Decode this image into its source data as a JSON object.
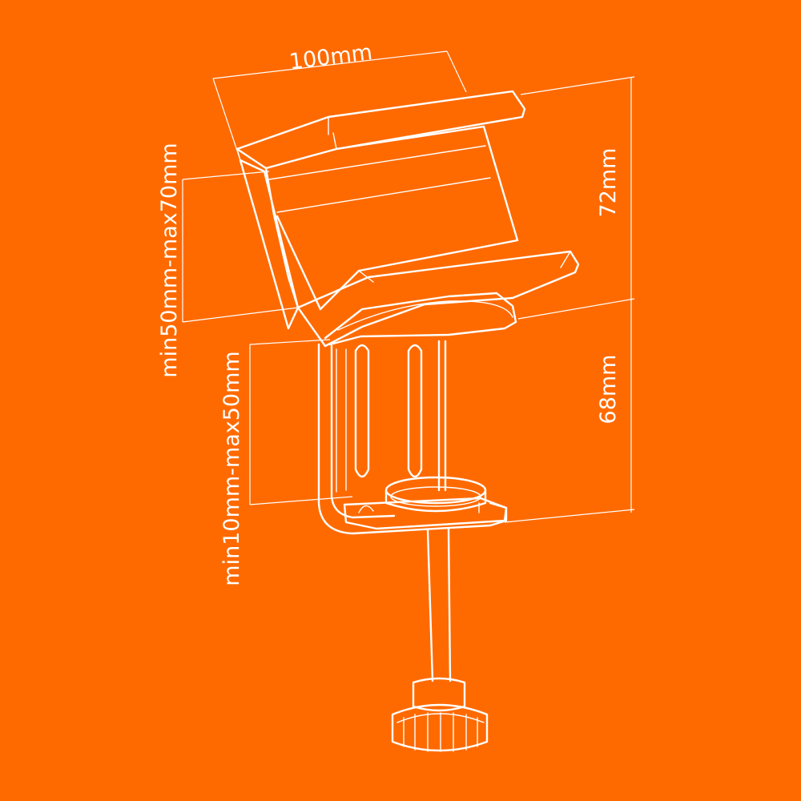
{
  "diagram": {
    "background_color": "#ff6a00",
    "line_color": "#ffffff",
    "subject": "desk-clamp",
    "dimensions": {
      "width_label": "100mm",
      "upper_height_label": "72mm",
      "lower_height_label": "68mm",
      "upper_clamp_range_label": "min50mm-max70mm",
      "lower_clamp_range_label": "min10mm-max50mm"
    }
  }
}
